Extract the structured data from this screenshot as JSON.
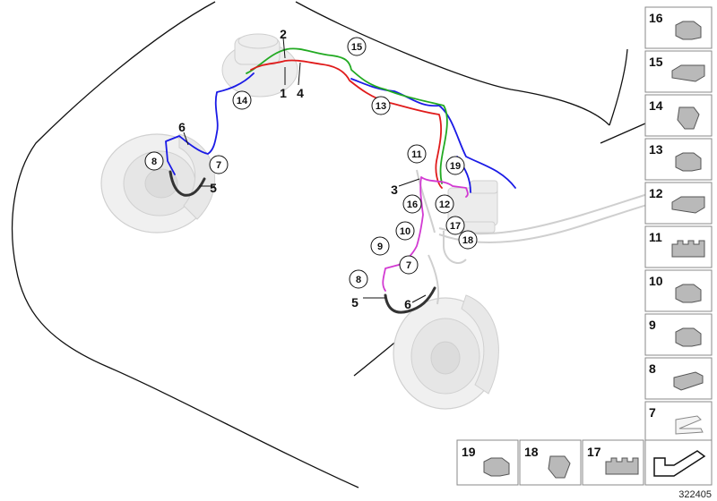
{
  "diagram": {
    "drawing_number": "322405",
    "callouts": [
      {
        "label": "2",
        "circled": false
      },
      {
        "label": "15",
        "circled": true
      },
      {
        "label": "1",
        "circled": false
      },
      {
        "label": "4",
        "circled": false
      },
      {
        "label": "14",
        "circled": true
      },
      {
        "label": "13",
        "circled": true
      },
      {
        "label": "6",
        "circled": false
      },
      {
        "label": "8",
        "circled": true
      },
      {
        "label": "7",
        "circled": true
      },
      {
        "label": "5",
        "circled": false
      },
      {
        "label": "11",
        "circled": true
      },
      {
        "label": "19",
        "circled": true
      },
      {
        "label": "3",
        "circled": false
      },
      {
        "label": "16",
        "circled": true
      },
      {
        "label": "12",
        "circled": true
      },
      {
        "label": "10",
        "circled": true
      },
      {
        "label": "17",
        "circled": true
      },
      {
        "label": "18",
        "circled": true
      },
      {
        "label": "9",
        "circled": true
      },
      {
        "label": "8",
        "circled": true
      },
      {
        "label": "7",
        "circled": true
      },
      {
        "label": "5",
        "circled": false
      },
      {
        "label": "6",
        "circled": false
      }
    ],
    "parts_panel_right": [
      "16",
      "15",
      "14",
      "13",
      "12",
      "11",
      "10",
      "9",
      "8",
      "7"
    ],
    "parts_panel_bottom": [
      "19",
      "18",
      "17"
    ],
    "line_colors": {
      "blue": "#1a1ae6",
      "green": "#22aa22",
      "red": "#e01b1b",
      "magenta": "#d23ad2",
      "body": "#111111",
      "ghost": "#cfcfcf"
    }
  }
}
